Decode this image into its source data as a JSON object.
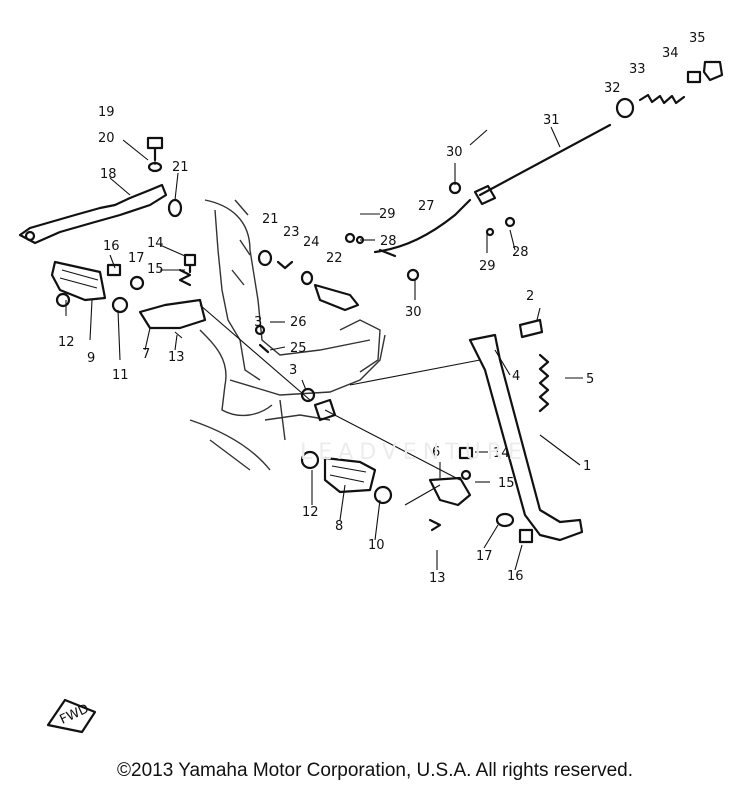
{
  "diagram": {
    "copyright": "©2013 Yamaha Motor Corporation, U.S.A. All rights reserved.",
    "watermark": "LEADVENTURE",
    "fwd_label": "FWD",
    "callouts": [
      {
        "id": "19",
        "text": "19"
      },
      {
        "id": "20",
        "text": "20"
      },
      {
        "id": "18",
        "text": "18"
      },
      {
        "id": "21a",
        "text": "21"
      },
      {
        "id": "21b",
        "text": "21"
      },
      {
        "id": "16a",
        "text": "16"
      },
      {
        "id": "14a",
        "text": "14"
      },
      {
        "id": "17a",
        "text": "17"
      },
      {
        "id": "15a",
        "text": "15"
      },
      {
        "id": "23",
        "text": "23"
      },
      {
        "id": "24",
        "text": "24"
      },
      {
        "id": "22",
        "text": "22"
      },
      {
        "id": "12a",
        "text": "12"
      },
      {
        "id": "9",
        "text": "9"
      },
      {
        "id": "11",
        "text": "11"
      },
      {
        "id": "7",
        "text": "7"
      },
      {
        "id": "13a",
        "text": "13"
      },
      {
        "id": "3a",
        "text": "3"
      },
      {
        "id": "26",
        "text": "26"
      },
      {
        "id": "25",
        "text": "25"
      },
      {
        "id": "3b",
        "text": "3"
      },
      {
        "id": "30a",
        "text": "30"
      },
      {
        "id": "29a",
        "text": "29"
      },
      {
        "id": "27",
        "text": "27"
      },
      {
        "id": "28a",
        "text": "28"
      },
      {
        "id": "30b",
        "text": "30"
      },
      {
        "id": "31",
        "text": "31"
      },
      {
        "id": "29b",
        "text": "29"
      },
      {
        "id": "28b",
        "text": "28"
      },
      {
        "id": "32",
        "text": "32"
      },
      {
        "id": "33",
        "text": "33"
      },
      {
        "id": "34",
        "text": "34"
      },
      {
        "id": "35",
        "text": "35"
      },
      {
        "id": "2",
        "text": "2"
      },
      {
        "id": "4",
        "text": "4"
      },
      {
        "id": "5",
        "text": "5"
      },
      {
        "id": "6",
        "text": "6"
      },
      {
        "id": "14b",
        "text": "14"
      },
      {
        "id": "15b",
        "text": "15"
      },
      {
        "id": "1",
        "text": "1"
      },
      {
        "id": "12b",
        "text": "12"
      },
      {
        "id": "8",
        "text": "8"
      },
      {
        "id": "10",
        "text": "10"
      },
      {
        "id": "13b",
        "text": "13"
      },
      {
        "id": "17b",
        "text": "17"
      },
      {
        "id": "16b",
        "text": "16"
      }
    ]
  }
}
